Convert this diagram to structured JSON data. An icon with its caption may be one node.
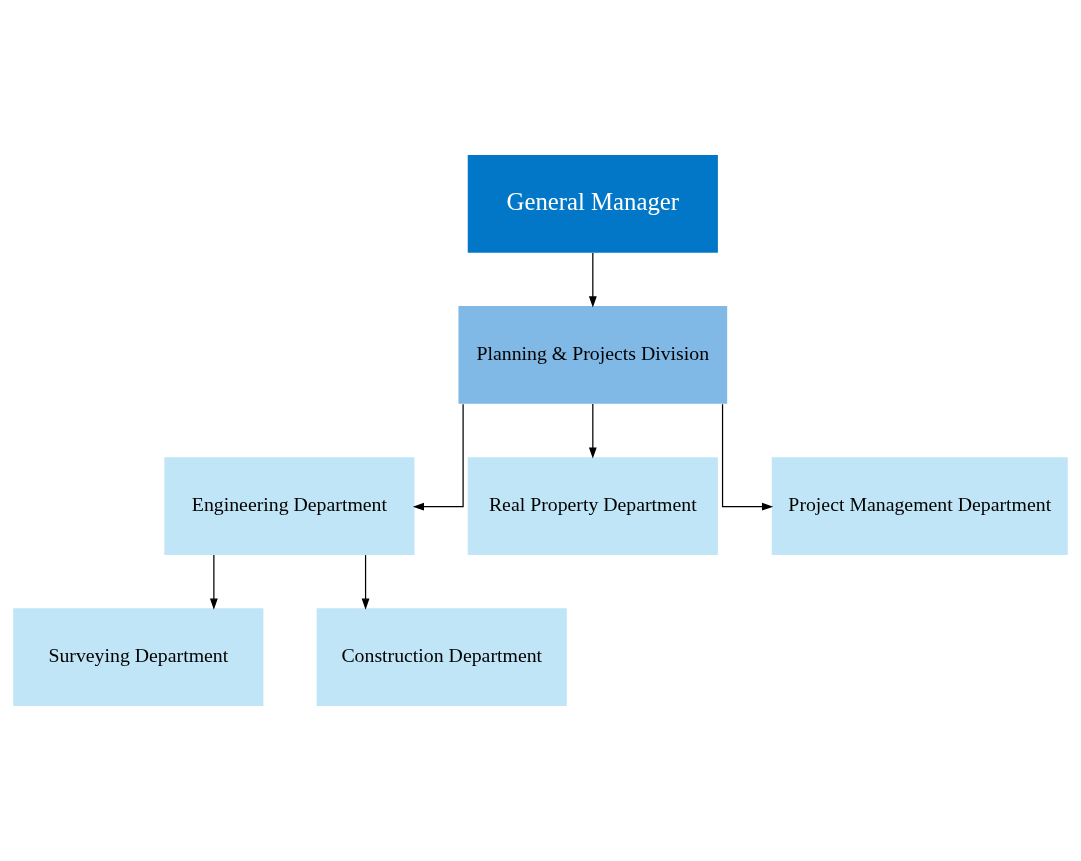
{
  "diagram": {
    "nodes": [
      {
        "text": [
          "General Manager"
        ]
      },
      {
        "text": [
          "Planning & Projects Division"
        ]
      },
      {
        "text": [
          "Engineering Department"
        ]
      },
      {
        "text": [
          "Real Property Department"
        ]
      },
      {
        "text": [
          "Project Management Department"
        ]
      },
      {
        "text": [
          "Surveying Department"
        ]
      },
      {
        "text": [
          "Construction Department"
        ]
      }
    ],
    "edges": [
      {
        "from": 0,
        "to": 1,
        "arrow": "to"
      },
      {
        "from": 1,
        "to": 2,
        "arrow": "to"
      },
      {
        "from": 1,
        "to": 3,
        "arrow": "to"
      },
      {
        "from": 1,
        "to": 4,
        "arrow": "to"
      },
      {
        "from": 2,
        "to": 5,
        "arrow": "to"
      },
      {
        "from": 2,
        "to": 6,
        "arrow": "to"
      }
    ]
  }
}
